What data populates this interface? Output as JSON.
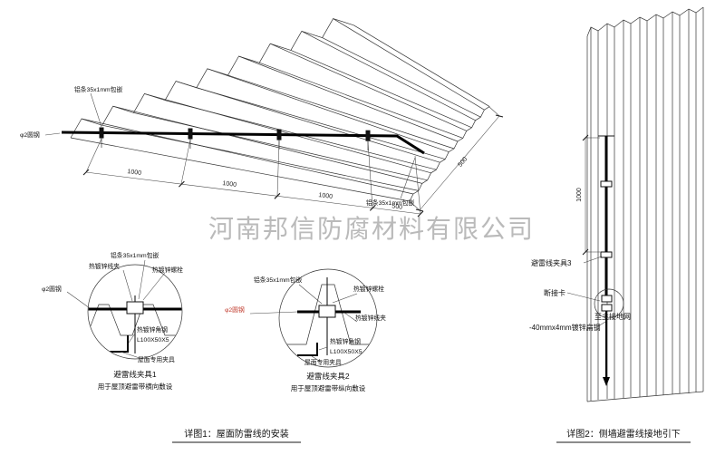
{
  "watermark": {
    "text": "河南邦信防腐材料有限公司"
  },
  "roof": {
    "label_alu_top": "铝条35x1mm包嵌",
    "label_rod": "φ2圆钢",
    "label_alu_bottom": "铝条35x1mm包嵌",
    "dim_1": "1000",
    "dim_2": "1000",
    "dim_3": "1000",
    "dim_4": "500",
    "dim_right": "500"
  },
  "detail1": {
    "label_clip": "热镀锌线夹",
    "label_alu": "铝条35x1mm包嵌",
    "label_bolt": "热镀锌螺栓",
    "label_rod": "φ2圆钢",
    "label_angle": "热镀锌角钢",
    "label_angle_size": "L100X50X5",
    "label_fixture": "屋面专用夹具",
    "title": "避雷线夹具1",
    "subtitle": "用于屋顶避雷带横向敷设"
  },
  "detail2": {
    "label_alu": "铝条35x1mm包嵌",
    "label_bolt": "热镀锌螺栓",
    "label_rod": "φ2圆钢",
    "label_clip": "热镀锌线夹",
    "label_angle": "热镀锌角钢",
    "label_angle_size": "L100X50X5",
    "label_fixture": "屋面专用夹具",
    "title": "避雷线夹具2",
    "subtitle": "用于屋顶避雷带纵向敷设"
  },
  "wall": {
    "dim": "1000",
    "label_clamp3": "避雷线夹具3",
    "label_disconnect": "断接卡",
    "label_ground": "至主接地网",
    "label_flat_steel": "-40mmx4mm镀锌扁钢"
  },
  "captions": {
    "fig1": "详图1：屋面防雷线的安装",
    "fig2": "详图2：侧墙避雷线接地引下"
  },
  "colors": {
    "red": "#c0392b",
    "watermark_gray": "#a9a9a9",
    "line": "#1a1a1a"
  }
}
